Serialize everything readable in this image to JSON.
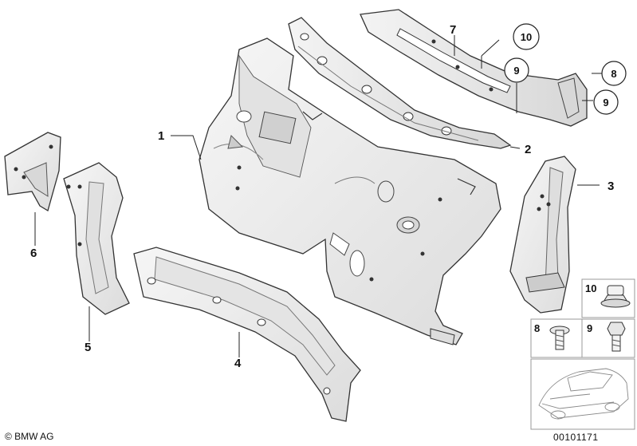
{
  "parts": {
    "p1": "1",
    "p2": "2",
    "p3": "3",
    "p4": "4",
    "p5": "5",
    "p6": "6",
    "p7": "7",
    "p8": "8",
    "p9": "9",
    "p10": "10"
  },
  "legend": {
    "nut": "10",
    "screw": "8",
    "bolt": "9"
  },
  "footer": {
    "copyright": "© BMW AG",
    "diagram_id": "00101171"
  },
  "colors": {
    "part_fill": "#f3f3f3",
    "outline": "#333333",
    "shade": "#c9c9c9"
  }
}
